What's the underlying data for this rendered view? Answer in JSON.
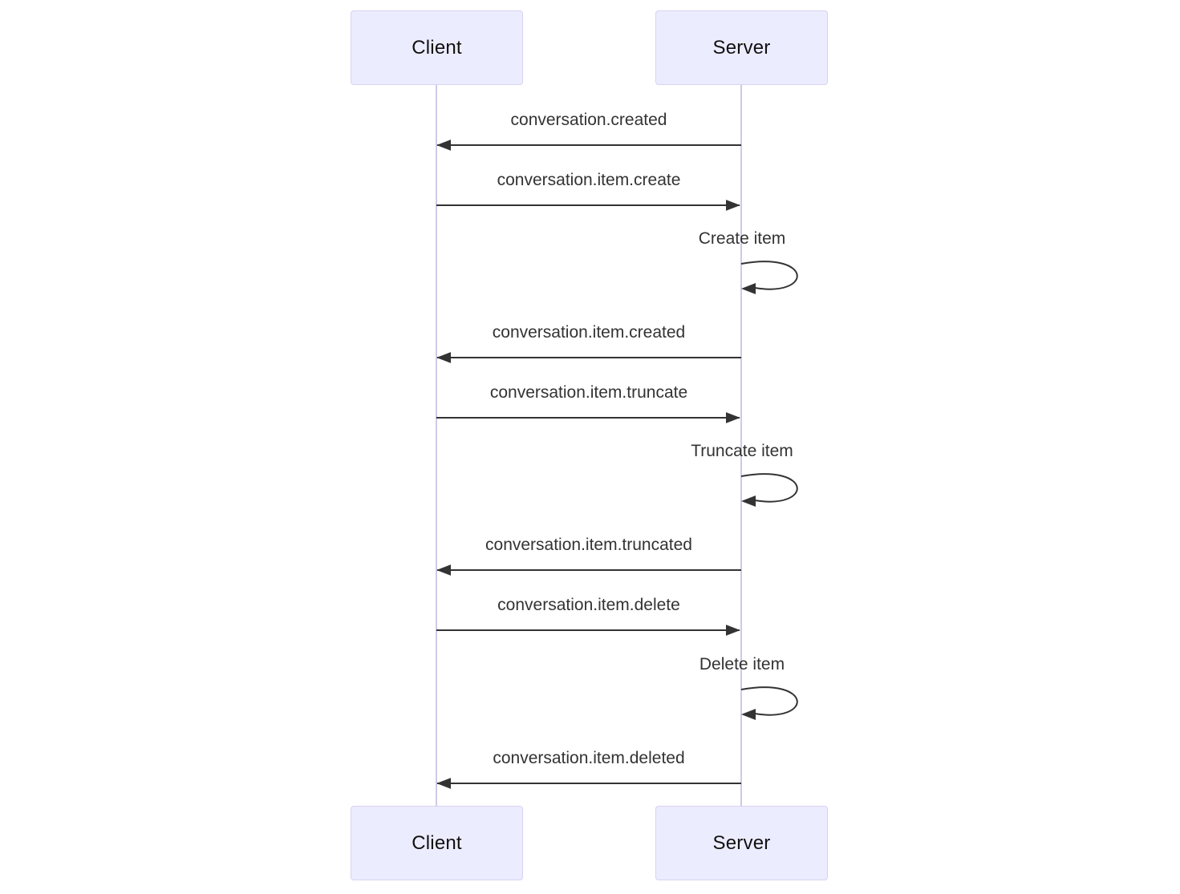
{
  "diagram": {
    "type": "sequence",
    "actors": [
      {
        "id": "client",
        "label": "Client"
      },
      {
        "id": "server",
        "label": "Server"
      }
    ],
    "messages": [
      {
        "from": "Server",
        "to": "Client",
        "label": "conversation.created",
        "style": "solid-arrow"
      },
      {
        "from": "Client",
        "to": "Server",
        "label": "conversation.item.create",
        "style": "solid-arrow"
      },
      {
        "from": "Server",
        "to": "Server",
        "label": "Create item",
        "style": "self-loop"
      },
      {
        "from": "Server",
        "to": "Client",
        "label": "conversation.item.created",
        "style": "solid-arrow"
      },
      {
        "from": "Client",
        "to": "Server",
        "label": "conversation.item.truncate",
        "style": "solid-arrow"
      },
      {
        "from": "Server",
        "to": "Server",
        "label": "Truncate item",
        "style": "self-loop"
      },
      {
        "from": "Server",
        "to": "Client",
        "label": "conversation.item.truncated",
        "style": "solid-arrow"
      },
      {
        "from": "Client",
        "to": "Server",
        "label": "conversation.item.delete",
        "style": "solid-arrow"
      },
      {
        "from": "Server",
        "to": "Server",
        "label": "Delete item",
        "style": "self-loop"
      },
      {
        "from": "Server",
        "to": "Client",
        "label": "conversation.item.deleted",
        "style": "solid-arrow"
      }
    ],
    "colors": {
      "background": "#ffffff",
      "actor_fill": "#ECECFF",
      "actor_border": "#D6D3F0",
      "actor_text": "#111111",
      "lifeline": "#CFC9E8",
      "arrow": "#333333",
      "message_text": "#333333"
    }
  }
}
